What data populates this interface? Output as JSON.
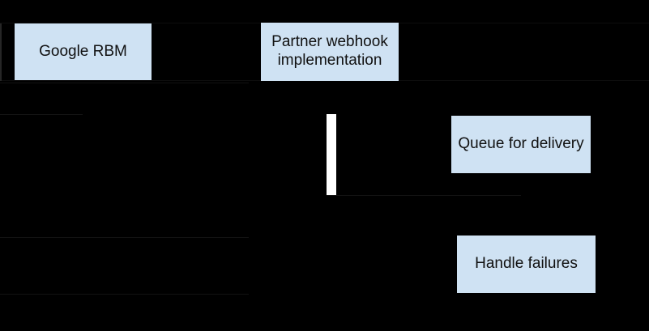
{
  "diagram": {
    "type": "sequence-flow-diagram",
    "background_color": "#000000",
    "node_fill_color": "#cfe2f3",
    "node_text_color": "#111111",
    "activation_bar_color": "#ffffff",
    "nodes": {
      "google_rbm": {
        "label": "Google RBM"
      },
      "partner_webhook": {
        "label": "Partner webhook implementation"
      },
      "queue_for_delivery": {
        "label": "Queue for delivery"
      },
      "handle_failures": {
        "label": "Handle failures"
      }
    }
  }
}
